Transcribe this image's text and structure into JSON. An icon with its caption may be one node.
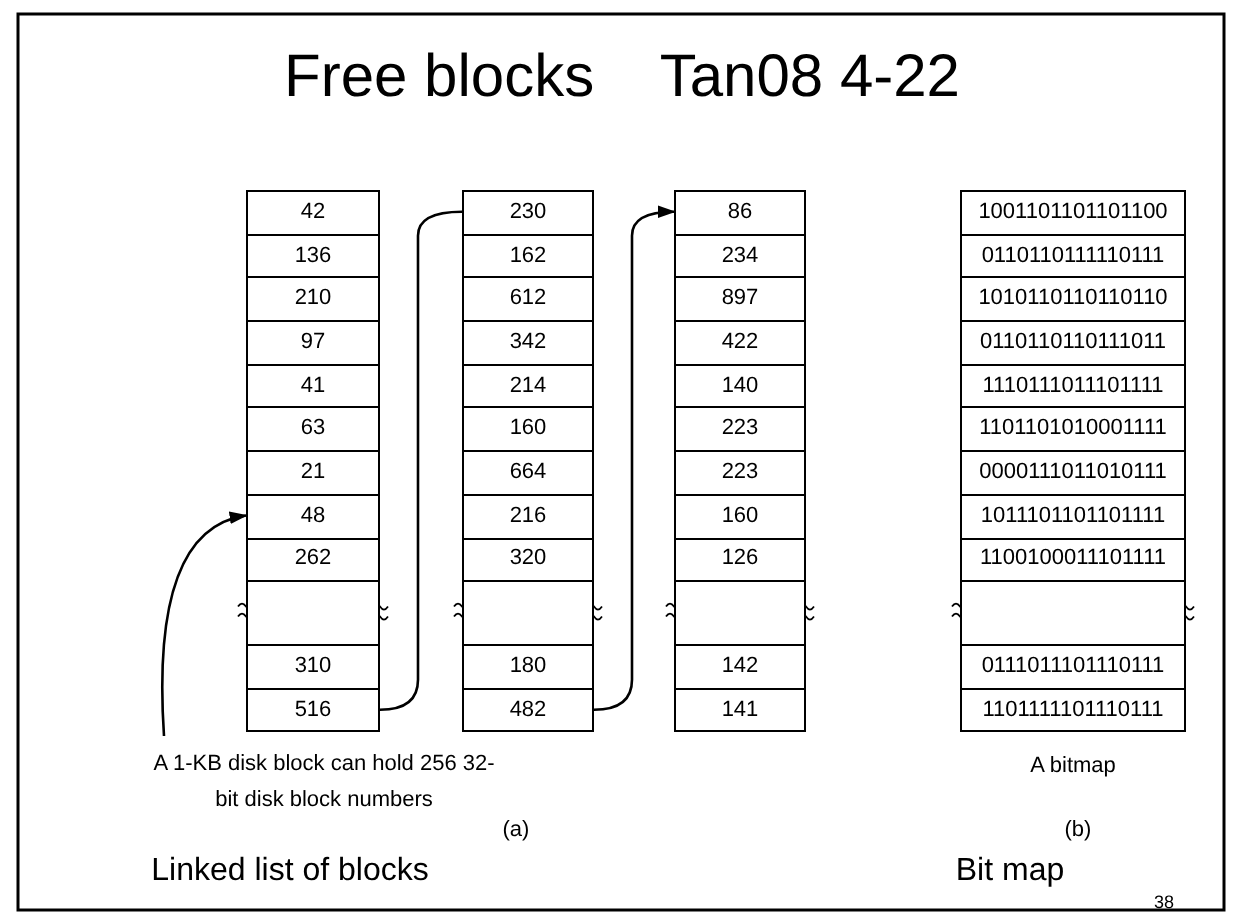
{
  "diagram": {
    "title": "Free blocks    Tan08 4-22",
    "nodes": [
      {
        "text": [
          "42",
          "136",
          "210",
          "97",
          "41",
          "63",
          "21",
          "48",
          "262",
          "310",
          "516"
        ]
      },
      {
        "text": [
          "230",
          "162",
          "612",
          "342",
          "214",
          "160",
          "664",
          "216",
          "320",
          "180",
          "482"
        ]
      },
      {
        "text": [
          "86",
          "234",
          "897",
          "422",
          "140",
          "223",
          "223",
          "160",
          "126",
          "142",
          "141"
        ]
      },
      {
        "text": [
          "1001101101101100",
          "0110110111110111",
          "1010110110110110",
          "0110110110111011",
          "1110111011101111",
          "1101101010001111",
          "0000111011010111",
          "1011101101101111",
          "1100100011101111",
          "0111011101110111",
          "1101111101110111"
        ]
      },
      {
        "text": [
          "A 1-KB disk block can hold 256 32-bit disk block numbers"
        ]
      }
    ],
    "edges": [
      {
        "from": 0,
        "to": 1,
        "arrow": "none"
      },
      {
        "from": 1,
        "to": 2,
        "arrow": "to"
      },
      {
        "from": 4,
        "to": 0,
        "arrow": "to"
      }
    ],
    "labels": [
      "A bitmap",
      "(a)",
      "(b)",
      "Linked list of blocks",
      "Bit map",
      "38"
    ]
  }
}
